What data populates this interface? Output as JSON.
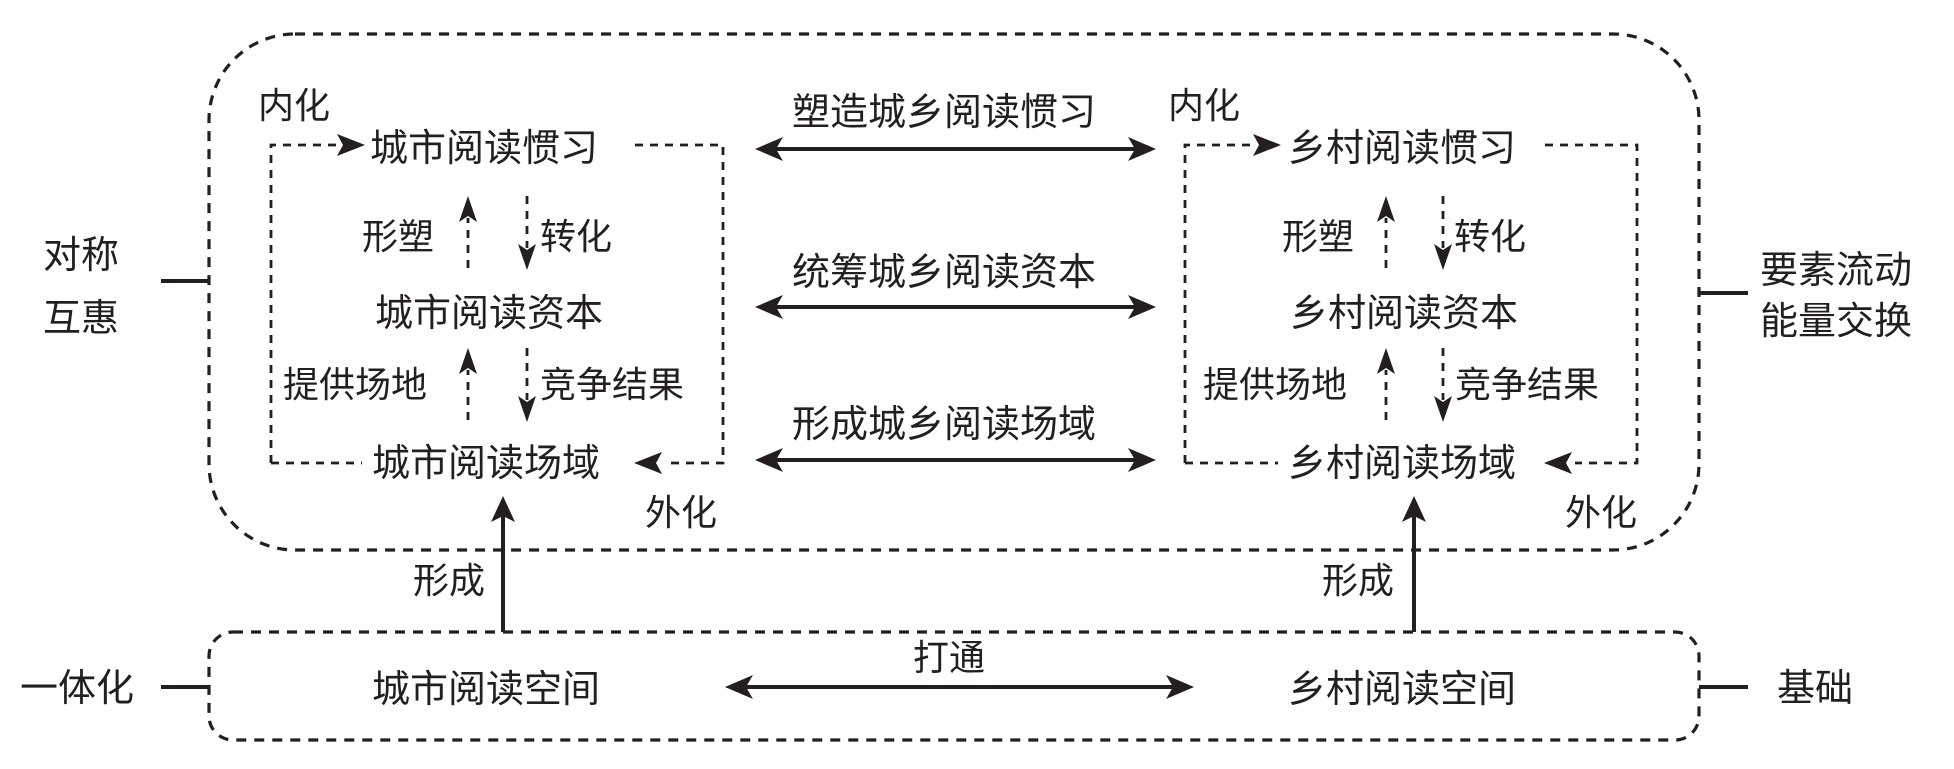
{
  "diagram": {
    "colors": {
      "ink": "#231f20",
      "background": "#ffffff"
    },
    "outer_frame": {
      "left_label": [
        "对称",
        "互惠"
      ],
      "right_label": [
        "要素流动",
        "能量交换"
      ]
    },
    "base_frame": {
      "left_label": "一体化",
      "right_label": "基础",
      "urban_space": "城市阅读空间",
      "rural_space": "乡村阅读空间",
      "link_label": "打通"
    },
    "urban": {
      "habitus": "城市阅读惯习",
      "capital": "城市阅读资本",
      "field": "城市阅读场域",
      "internalize": "内化",
      "externalize": "外化",
      "shape": "形塑",
      "transform": "转化",
      "provide_venue": "提供场地",
      "competition_result": "竞争结果",
      "form": "形成"
    },
    "rural": {
      "habitus": "乡村阅读惯习",
      "capital": "乡村阅读资本",
      "field": "乡村阅读场域",
      "internalize": "内化",
      "externalize": "外化",
      "shape": "形塑",
      "transform": "转化",
      "provide_venue": "提供场地",
      "competition_result": "竞争结果",
      "form": "形成"
    },
    "links": {
      "habitus": "塑造城乡阅读惯习",
      "capital": "统筹城乡阅读资本",
      "field": "形成城乡阅读场域"
    }
  }
}
